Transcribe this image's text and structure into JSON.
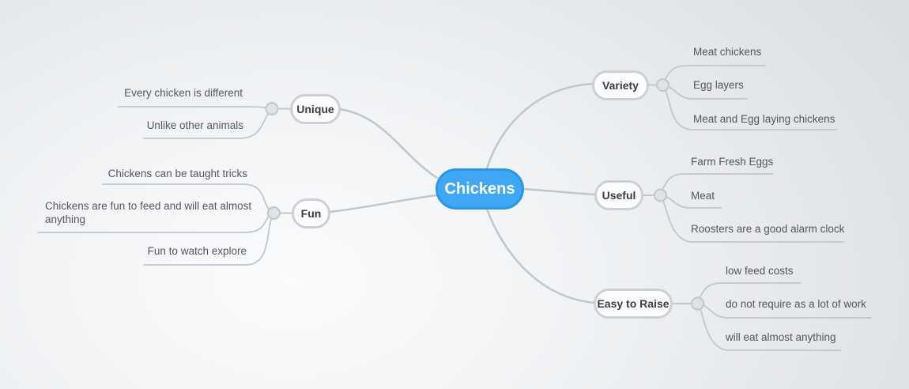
{
  "root": {
    "label": "Chickens"
  },
  "branches": [
    {
      "label": "Variety",
      "side": "right",
      "children": [
        "Meat chickens",
        "Egg layers",
        "Meat and Egg laying chickens"
      ]
    },
    {
      "label": "Useful",
      "side": "right",
      "children": [
        "Farm Fresh Eggs",
        "Meat",
        "Roosters are a good alarm clock"
      ]
    },
    {
      "label": "Easy to Raise",
      "side": "right",
      "children": [
        "low feed costs",
        "do not require as a lot of work",
        "will eat almost anything"
      ]
    },
    {
      "label": "Unique",
      "side": "left",
      "children": [
        "Every chicken is different",
        "Unlike other animals"
      ]
    },
    {
      "label": "Fun",
      "side": "left",
      "children": [
        "Chickens can be taught tricks",
        "Chickens are fun to feed and will eat almost anything",
        "Fun to watch explore"
      ]
    }
  ],
  "colors": {
    "root_fill": "#3fa7f5",
    "root_border": "#2b97e4",
    "node_fill": "#fbfcfe",
    "node_border": "#cdcfd2",
    "line": "#c3c6c9",
    "leaf_text": "#54565b",
    "node_text": "#3b3c42",
    "background_center": "#fafbfc",
    "background_edge": "#dcdfe2"
  }
}
